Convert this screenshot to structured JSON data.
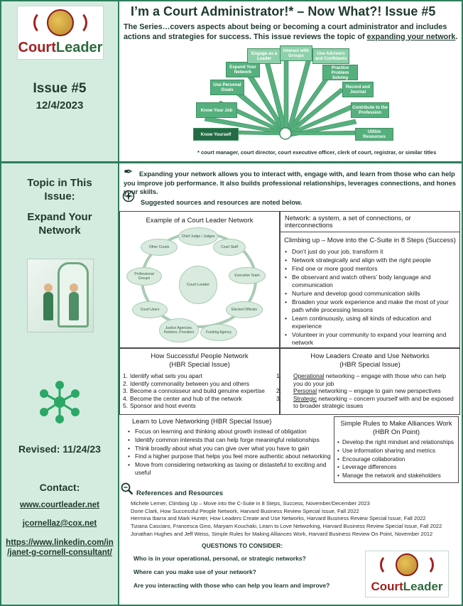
{
  "logo": {
    "text_left": "Court",
    "text_right": "Leader"
  },
  "sidebar": {
    "issue": "Issue #5",
    "date": "12/4/2023",
    "topic_heading_1": "Topic in This",
    "topic_heading_2": "Issue:",
    "topic_name_1": "Expand Your",
    "topic_name_2": "Network",
    "revised": "Revised: 11/24/23",
    "contact_heading": "Contact:",
    "website": "www.courtleader.net",
    "email": "jcornellaz@cox.net",
    "linkedin_1": "https://www.linkedin.com/in",
    "linkedin_2": "/janet-g-cornell-consultant/"
  },
  "header": {
    "title": "I’m a Court Administrator!*  –  Now What?! Issue #5",
    "intro_before": "The Series…covers aspects about being or becoming a court administrator and includes actions and strategies for success. This issue reviews the topic of ",
    "intro_link": "expanding your network",
    "intro_after": ".",
    "footnote": "* court manager, court director, court executive officer, clerk of court, registrar, or similar titles"
  },
  "hub_diagram": {
    "left": [
      "Know Yourself",
      "Know Your Job",
      "Use Personal Goals",
      "Expand Your Network",
      "Engage as a Leader"
    ],
    "top": "Interact with Groups",
    "right": [
      "Use Advisors and Confidants",
      "Practice Problem Solving",
      "Record and Journal",
      "Contribute to the Profession",
      "Utilize Resources"
    ]
  },
  "expand_text": "Expanding your network allows you to interact with, engage with, and learn from those who can help you improve job performance.  It also builds professional relationships, leverages connections, and hones your skills.",
  "suggested": "Suggested sources and resources are noted below.",
  "example_network": {
    "title": "Example of a Court Leader Network",
    "center": "Court Leader",
    "nodes": [
      "Chief Judge / Judges",
      "Court Staff",
      "Executive Team",
      "Elected Officials",
      "Funding Agency",
      "Justice Agencies, Partners, Providers",
      "Court Users",
      "Professional Groups",
      "Other Courts"
    ]
  },
  "network_def": "Network:  a system, a set of connections, or interconnections",
  "climbing": {
    "title": "Climbing up – Move into the C-Suite in 8 Steps (Success)",
    "items": [
      "Don’t just do your job, transform it",
      "Network strategically and align with the right people",
      "Find one or more good mentors",
      "Be observant and watch others’ body language and communication",
      "Nurture and develop good communication skills",
      "Broaden your work experience and make the most of your path while processing lessons",
      "Learn continuously, using all kinds of education and experience",
      "Volunteer in your community to expand your learning and network"
    ]
  },
  "successful": {
    "title_1": "How Successful People Network",
    "title_2": "(HBR Special Issue)",
    "items": [
      {
        "n": "1.",
        "t": "Identify what sets you apart"
      },
      {
        "n": "2.",
        "t": "Identify commonality between you and others"
      },
      {
        "n": "3.",
        "t": "Become a connoisseur and build genuine expertise"
      },
      {
        "n": "4.",
        "t": "Become the center and hub of the network"
      },
      {
        "n": "5.",
        "t": "Sponsor and host events"
      }
    ]
  },
  "leaders": {
    "title_1": "How Leaders Create and Use Networks",
    "title_2": "(HBR Special Issue)",
    "items": [
      {
        "n": "1.",
        "k": "Operational",
        "t": " networking – engage with those who can help you do your job"
      },
      {
        "n": "2.",
        "k": "Personal",
        "t": " networking – engage to gain new perspectives"
      },
      {
        "n": "3.",
        "k": "Strategic",
        "t": " networking – concern yourself with and be exposed to broader strategic issues"
      }
    ]
  },
  "love": {
    "title": "Learn to Love Networking (HBR Special Issue)",
    "items": [
      "Focus on learning and thinking about growth instead of obligation",
      "Identify common interests that can help forge meaningful relationships",
      "Think broadly about what you can give over what you have to gain",
      "Find a higher purpose that helps you feel more authentic about networking",
      "Move from considering networking as taxing or distasteful to exciting and useful"
    ]
  },
  "alliances": {
    "title_1": "Simple Rules to Make Alliances Work",
    "title_2": "(HBR On Point)",
    "items": [
      "Develop the right mindset and relationships",
      "Use information sharing and metrics",
      "Encourage collaboration",
      "Leverage differences",
      "Manage the network and stakeholders"
    ]
  },
  "references": {
    "title": "References and Resources",
    "items": [
      "Michele Lerner, Climbing Up – Move into the C-Suite in 8 Steps, Success, November/December 2023",
      "Dorie Clark, How Successful People Network, Harvard Business Review Special Issue, Fall 2022",
      "Hermina Ibarra and Mark Hunter, How Leaders Create and Use Networks, Harvard Business Review Special Issue, Fall 2022",
      "Tiziana Casciaro, Francesca Gino, Maryam Kouchaki, Learn to Love Networking, Harvard Business Review Special Issue, Fall 2022",
      "Jonathan Hughes and Jeff Weiss, Simple Rules for Making Alliances Work, Harvard Business Review On Point, November 2012"
    ]
  },
  "questions": {
    "heading": "QUESTIONS TO CONSIDER:",
    "items": [
      "Who is in your operational, personal, or strategic networks?",
      "Where can you make use of your network?",
      "Are you interacting with those who can help you learn and improve?"
    ]
  },
  "colors": {
    "accent": "#2e7d5b",
    "sidebar_bg": "#d4ece0",
    "hub_green": "#56b07e",
    "logo_red": "#a12020"
  },
  "icons": [
    "gavel-logo-icon",
    "pen-icon",
    "compass-icon",
    "network-icon",
    "magnifier-icon"
  ]
}
